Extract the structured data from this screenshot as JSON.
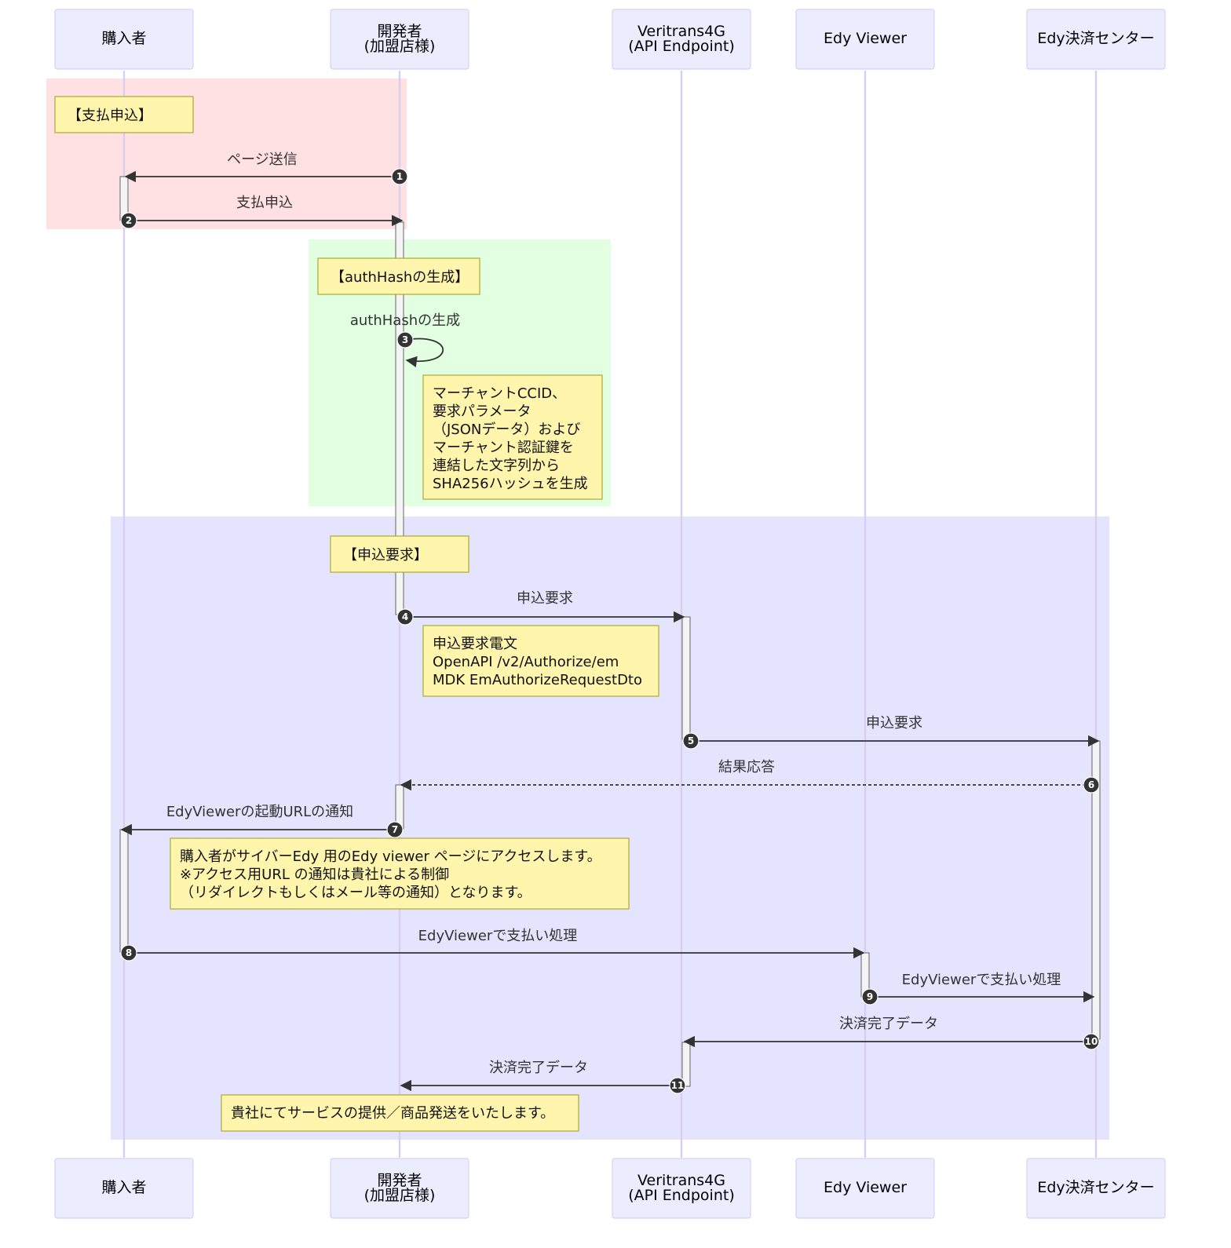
{
  "participants": [
    {
      "id": "buyer",
      "label": [
        "購入者"
      ]
    },
    {
      "id": "dev",
      "label": [
        "開発者",
        "(加盟店様)"
      ]
    },
    {
      "id": "vt",
      "label": [
        "Veritrans4G",
        "(API Endpoint)"
      ]
    },
    {
      "id": "edyv",
      "label": [
        "Edy Viewer"
      ]
    },
    {
      "id": "edyc",
      "label": [
        "Edy決済センター"
      ]
    }
  ],
  "colors": {
    "actor_fill": "#ECECFF",
    "actor_border": "#D4D2F2",
    "lifeline": "#D6CFF0",
    "note_fill": "#FFF5AD",
    "note_border": "#AAAA33",
    "group_payment_request": "#FFE1E3",
    "group_authhash": "#E2FFE2",
    "group_application": "#E4E4FF",
    "badge": "#333333"
  },
  "groups": [
    {
      "id": "payment-request",
      "title": "【支払申込】"
    },
    {
      "id": "authhash",
      "title": "【authHashの生成】"
    },
    {
      "id": "application",
      "title": "【申込要求】"
    }
  ],
  "messages": [
    {
      "n": "1",
      "from": "dev",
      "to": "buyer",
      "label": "ページ送信",
      "style": "solid"
    },
    {
      "n": "2",
      "from": "buyer",
      "to": "dev",
      "label": "支払申込",
      "style": "solid"
    },
    {
      "n": "3",
      "from": "dev",
      "to": "dev",
      "label": "authHashの生成",
      "style": "solid"
    },
    {
      "n": "4",
      "from": "dev",
      "to": "vt",
      "label": "申込要求",
      "style": "solid"
    },
    {
      "n": "5",
      "from": "vt",
      "to": "edyc",
      "label": "申込要求",
      "style": "solid"
    },
    {
      "n": "6",
      "from": "edyc",
      "to": "dev",
      "label": "結果応答",
      "style": "dashed"
    },
    {
      "n": "7",
      "from": "dev",
      "to": "buyer",
      "label": "EdyViewerの起動URLの通知",
      "style": "solid"
    },
    {
      "n": "8",
      "from": "buyer",
      "to": "edyv",
      "label": "EdyViewerで支払い処理",
      "style": "solid"
    },
    {
      "n": "9",
      "from": "edyv",
      "to": "edyc",
      "label": "EdyViewerで支払い処理",
      "style": "solid"
    },
    {
      "n": "10",
      "from": "edyc",
      "to": "vt",
      "label": "決済完了データ",
      "style": "solid"
    },
    {
      "n": "11",
      "from": "vt",
      "to": "dev",
      "label": "決済完了データ",
      "style": "solid"
    }
  ],
  "notes": [
    {
      "id": "authhash-detail",
      "lines": [
        "マーチャントCCID、",
        "要求パラメータ",
        "（JSONデータ）および",
        "マーチャント認証鍵を",
        "連結した文字列から",
        "SHA256ハッシュを生成"
      ]
    },
    {
      "id": "request-message",
      "lines": [
        "申込要求電文",
        "OpenAPI /v2/Authorize/em",
        "MDK EmAuthorizeRequestDto"
      ]
    },
    {
      "id": "access-notice",
      "lines": [
        "購入者がサイバーEdy 用のEdy viewer ページにアクセスします。",
        "※アクセス用URL の通知は貴社による制御",
        "（リダイレクトもしくはメール等の通知）となります。"
      ]
    },
    {
      "id": "service-delivery",
      "lines": [
        "貴社にてサービスの提供／商品発送をいたします。"
      ]
    }
  ]
}
